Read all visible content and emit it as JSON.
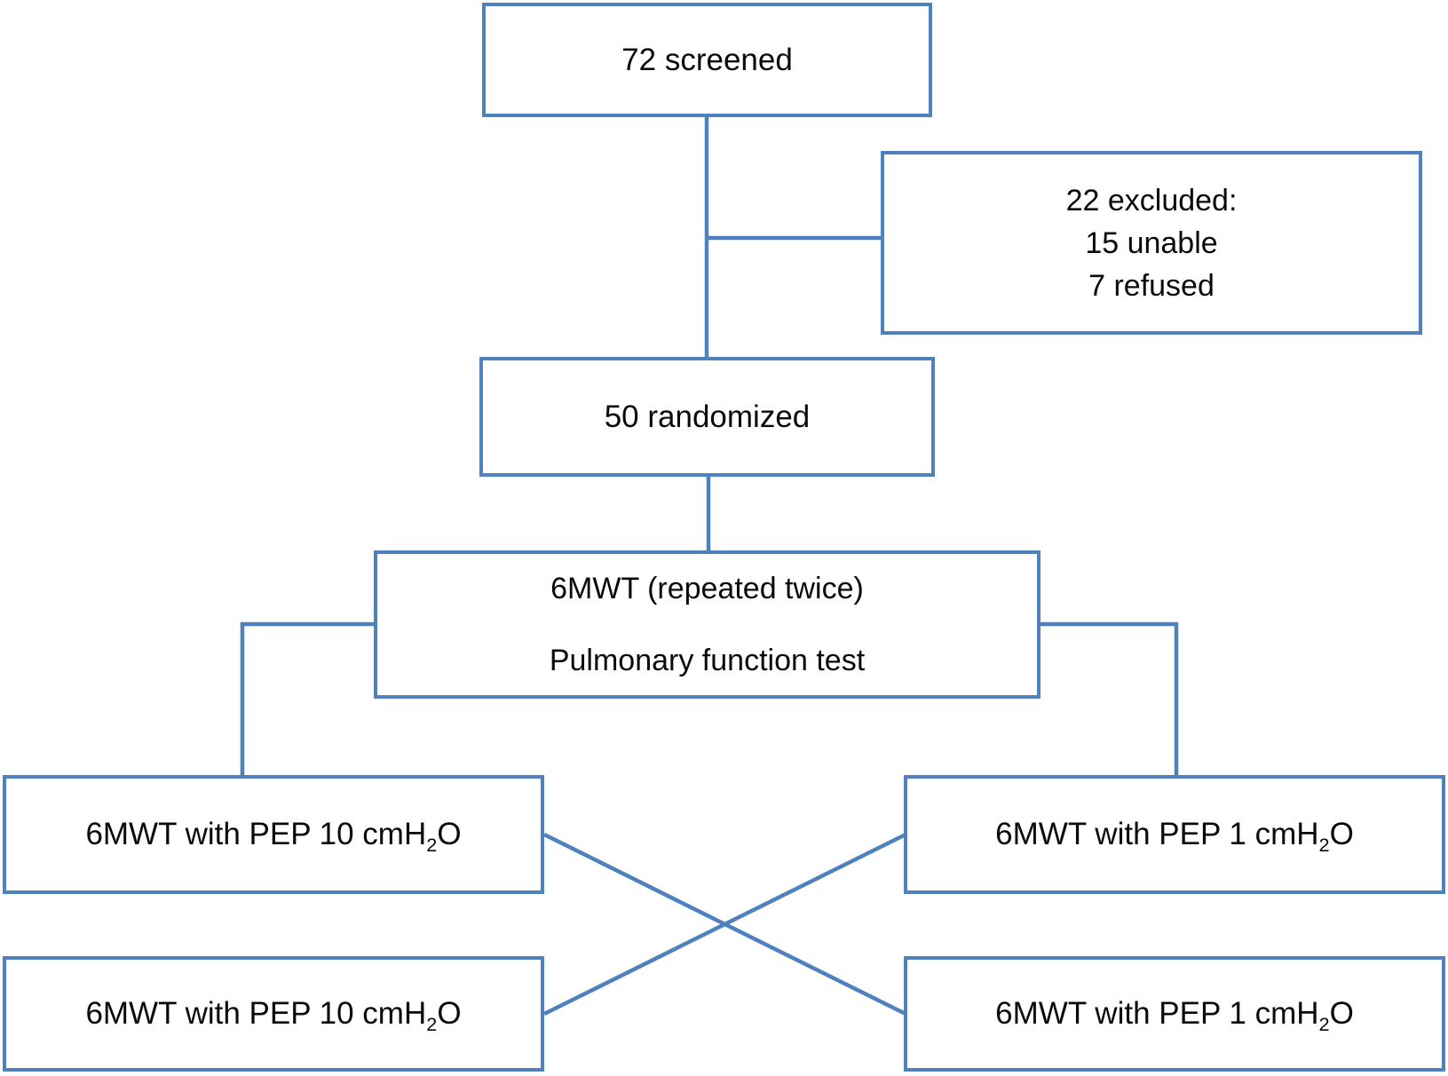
{
  "colors": {
    "border": "#4f81bd",
    "connector": "#4f81bd",
    "text": "#0a0a0a",
    "background": "#ffffff"
  },
  "nodes": {
    "screened": {
      "label": "72 screened"
    },
    "excluded": {
      "lines": [
        "22 excluded:",
        "15 unable",
        "7 refused"
      ]
    },
    "randomized": {
      "label": "50 randomized"
    },
    "assessment": {
      "lines": [
        "6MWT (repeated twice)",
        "Pulmonary function test"
      ]
    },
    "pep10_test1": {
      "pre": "6MWT with PEP 10 cmH",
      "sub": "2",
      "post": "O"
    },
    "pep1_test1": {
      "pre": "6MWT with PEP 1 cmH",
      "sub": "2",
      "post": "O"
    },
    "pep10_test2": {
      "pre": "6MWT with PEP 10 cmH",
      "sub": "2",
      "post": "O"
    },
    "pep1_test2": {
      "pre": "6MWT with PEP 1 cmH",
      "sub": "2",
      "post": "O"
    }
  }
}
